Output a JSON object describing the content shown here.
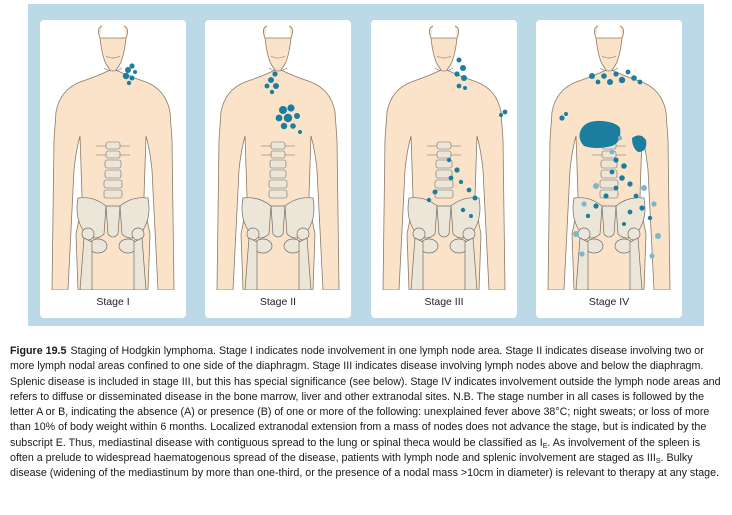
{
  "figure": {
    "panels": [
      {
        "label": "Stage I",
        "icon": "stage-1-body-figure"
      },
      {
        "label": "Stage II",
        "icon": "stage-2-body-figure"
      },
      {
        "label": "Stage III",
        "icon": "stage-3-body-figure"
      },
      {
        "label": "Stage IV",
        "icon": "stage-4-body-figure"
      }
    ],
    "colors": {
      "frame_background": "#bcd9e8",
      "card_background": "#ffffff",
      "skin": "#fbe3c9",
      "bone": "#ece6d8",
      "bone_outline": "#6d6d6d",
      "node_primary": "#1b7e9e",
      "node_light": "#7fb6cc"
    }
  },
  "caption": {
    "label": "Figure 19.5",
    "text_1": "Staging of Hodgkin lymphoma. Stage I indicates node involvement in one lymph node area. Stage II indicates disease involving two or more lymph nodal areas confined to one side of the diaphragm. Stage III indicates disease involving lymph nodes above and below the diaphragm. Splenic disease is included in stage III, but this has special significance (see below). Stage IV indicates involvement outside the lymph node areas and refers to diffuse or disseminated disease in the bone marrow, liver and other extranodal sites. N.B. The stage number in all cases is followed by the letter A or B, indicating the absence (A) or presence (B) of one or more of the following: unexplained fever above 38°C; night sweats; or loss of more than 10% of body weight within 6 months. Localized extranodal extension from a mass of nodes does not advance the stage, but is indicated by the subscript E. Thus, mediastinal disease with contiguous spread to the lung or spinal theca would be classified as I",
    "sub_1": "E",
    "text_2": ". As involvement of the spleen is often a prelude to widespread haematogenous spread of the disease, patients with lymph node and splenic involvement are staged as III",
    "sub_2": "S",
    "text_3": ". Bulky disease (widening of the mediastinum by more than one-third, or the presence of a nodal mass >10cm in diameter) is relevant to therapy at any stage."
  }
}
